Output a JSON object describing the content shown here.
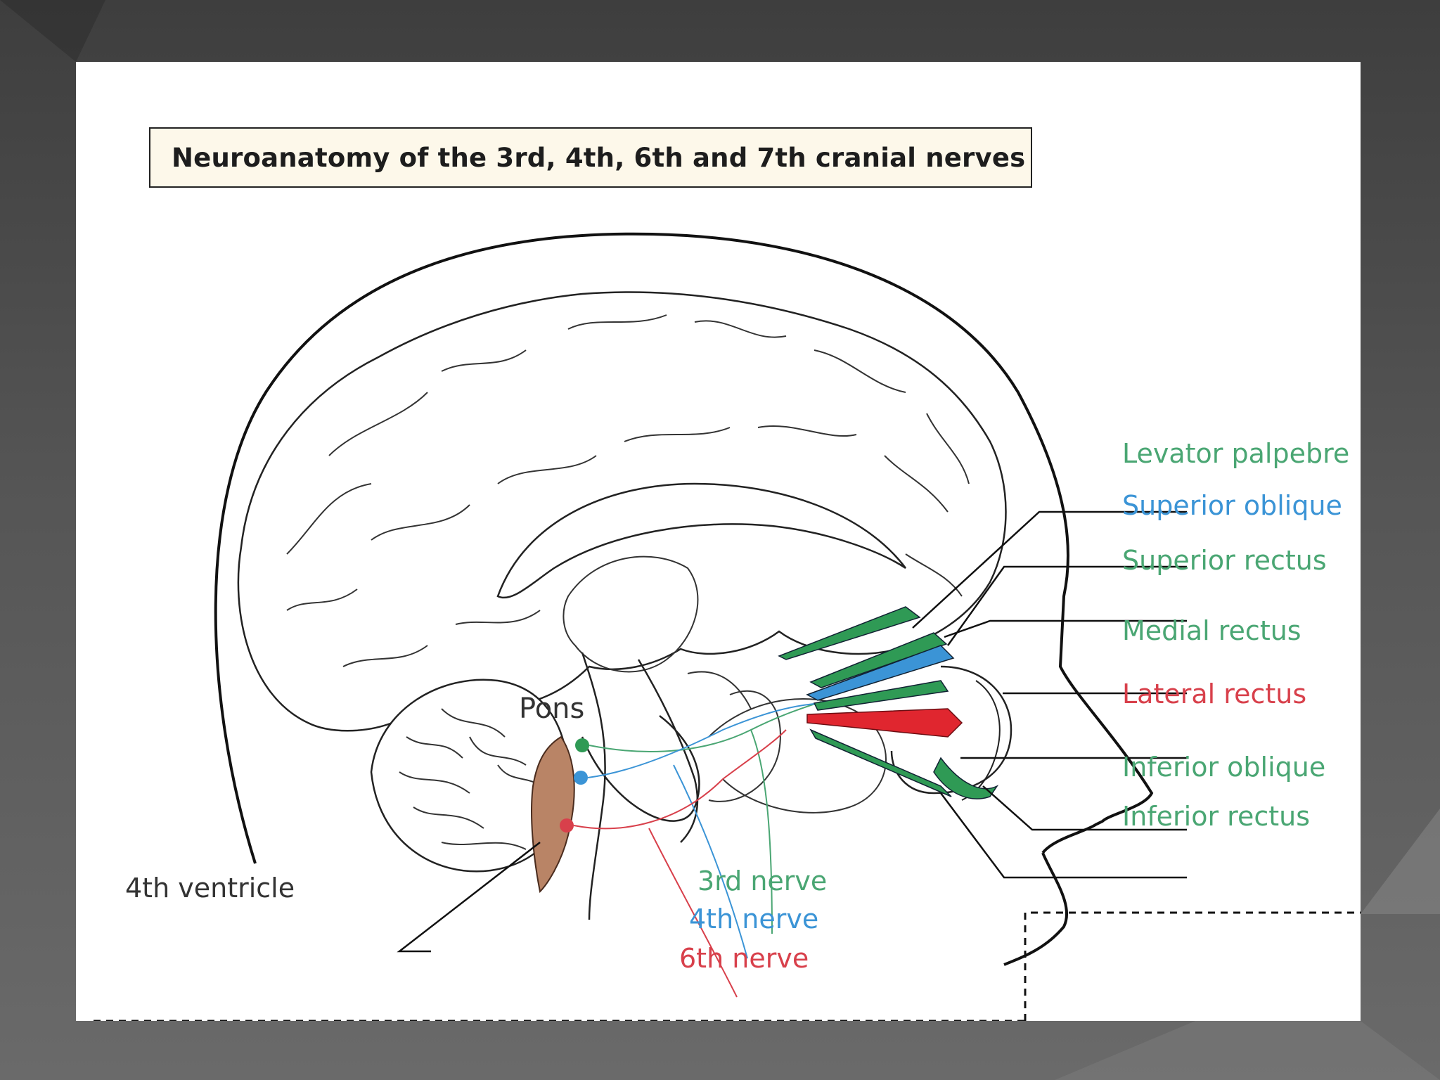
{
  "title": "Neuroanatomy of the 3rd, 4th, 6th and 7th cranial nerves",
  "colors": {
    "green": "#4aa673",
    "blue": "#3b94d6",
    "red": "#d8404b",
    "ventricle": "#b98466",
    "muscle_green": "#2f9a55",
    "muscle_red": "#e0262f"
  },
  "muscle_labels": [
    {
      "text": "Levator palpebre",
      "color": "green"
    },
    {
      "text": "Superior oblique",
      "color": "blue"
    },
    {
      "text": "Superior rectus",
      "color": "green"
    },
    {
      "text": "Medial rectus",
      "color": "green"
    },
    {
      "text": "Lateral rectus",
      "color": "red"
    },
    {
      "text": "Inferior oblique",
      "color": "green"
    },
    {
      "text": "Inferior rectus",
      "color": "green"
    }
  ],
  "nerve_labels": [
    {
      "text": "3rd nerve",
      "color": "green"
    },
    {
      "text": "4th nerve",
      "color": "blue"
    },
    {
      "text": "6th nerve",
      "color": "red"
    }
  ],
  "structure_labels": {
    "pons": "Pons",
    "ventricle": "4th ventricle"
  }
}
